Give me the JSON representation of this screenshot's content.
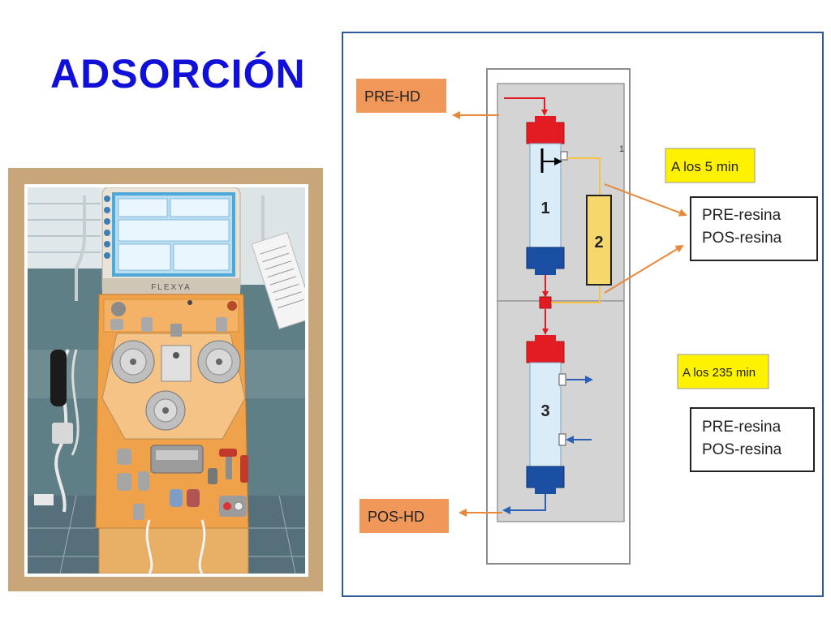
{
  "slide": {
    "title": "ADSORCIÓN"
  },
  "photo": {
    "machine_brand": "FLEXYA"
  },
  "diagram": {
    "pre_hd": "PRE-HD",
    "pos_hd": "POS-HD",
    "at_5_min": "A los 5 min",
    "at_235_min": "A los 235 min",
    "box1": {
      "line1": "PRE-resina",
      "line2": "POS-resina"
    },
    "box2": {
      "line1": "PRE-resina",
      "line2": "POS-resina"
    },
    "cartridge_1": "1",
    "cartridge_2": "2",
    "cartridge_3": "3",
    "small_mark": "1",
    "colors": {
      "orange_label": "#f0975a",
      "yellow_label": "#fff200",
      "red_cap": "#e31c23",
      "blue_cap": "#1a4fa3",
      "cartridge_body": "#d9ecf7",
      "resin_cartridge": "#f5d76e",
      "panel_gray": "#d4d4d4",
      "frame_blue": "#2d5b95"
    }
  }
}
